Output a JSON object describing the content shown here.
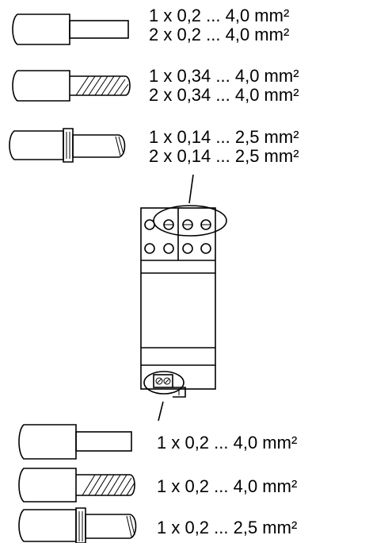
{
  "top_specs": [
    {
      "line1": "1 x 0,2 ... 4,0 mm²",
      "line2": "2 x 0,2 ... 4,0 mm²"
    },
    {
      "line1": "1 x 0,34 ... 4,0 mm²",
      "line2": "2 x 0,34 ... 4,0 mm²"
    },
    {
      "line1": "1 x 0,14 ... 2,5 mm²",
      "line2": "2 x 0,14 ... 2,5 mm²"
    }
  ],
  "bottom_specs": [
    {
      "line1": "1 x 0,2 ... 4,0 mm²"
    },
    {
      "line1": "1 x 0,2 ... 4,0 mm²"
    },
    {
      "line1": "1 x 0,2 ... 2,5 mm²"
    }
  ],
  "icons": [
    "solid-wire-icon",
    "stranded-wire-icon",
    "ferrule-wire-icon"
  ]
}
